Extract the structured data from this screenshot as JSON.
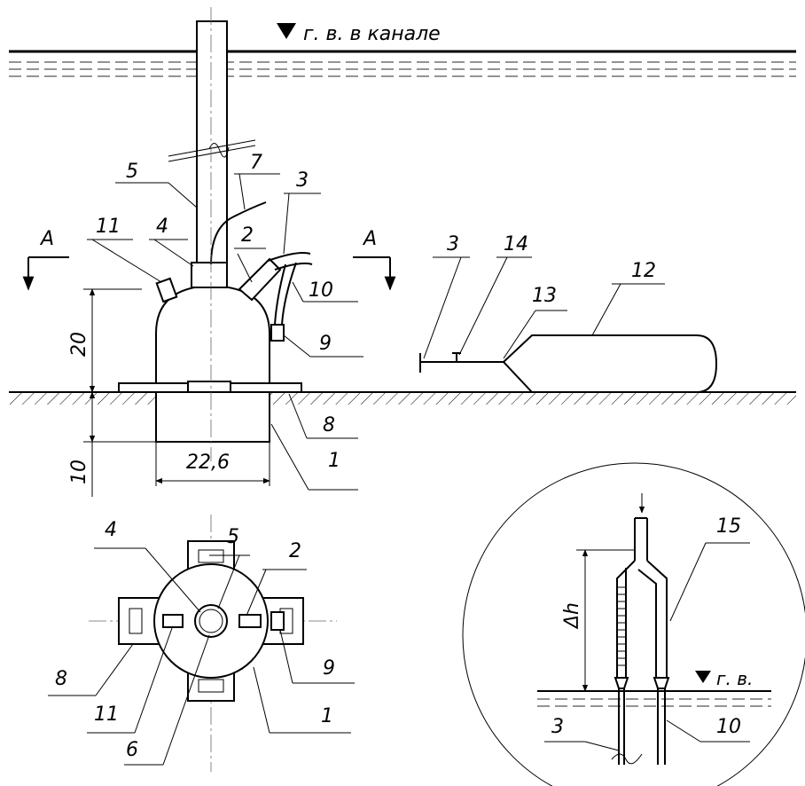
{
  "water_level_canal": "г. в. в канале",
  "water_level": "г. в.",
  "section_left": "A",
  "section_right": "A",
  "dimensions": {
    "height_above": "20",
    "depth_below": "10",
    "width": "22,6",
    "delta_h": "Δh"
  },
  "labels": {
    "front_view": [
      "5",
      "7",
      "3",
      "11",
      "4",
      "2",
      "10",
      "9",
      "8",
      "1"
    ],
    "side_device": [
      "3",
      "14",
      "13",
      "12"
    ],
    "plan_view": [
      "4",
      "5",
      "2",
      "8",
      "11",
      "6",
      "1",
      "9"
    ],
    "detail": [
      "15",
      "3",
      "10"
    ]
  }
}
